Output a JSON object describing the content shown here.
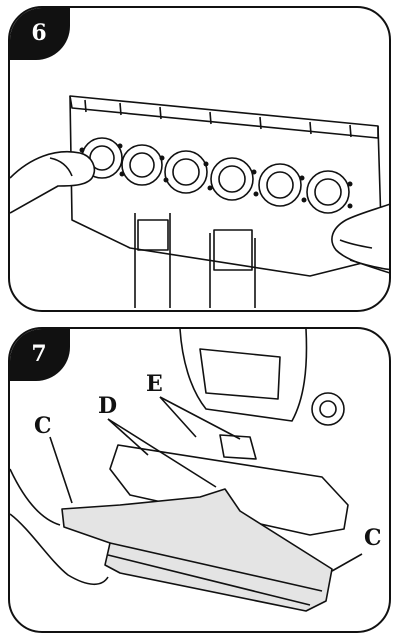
{
  "steps": [
    {
      "number": "6"
    },
    {
      "number": "7",
      "labels": {
        "c_left": "C",
        "d": "D",
        "e": "E",
        "c_right": "C"
      }
    }
  ]
}
